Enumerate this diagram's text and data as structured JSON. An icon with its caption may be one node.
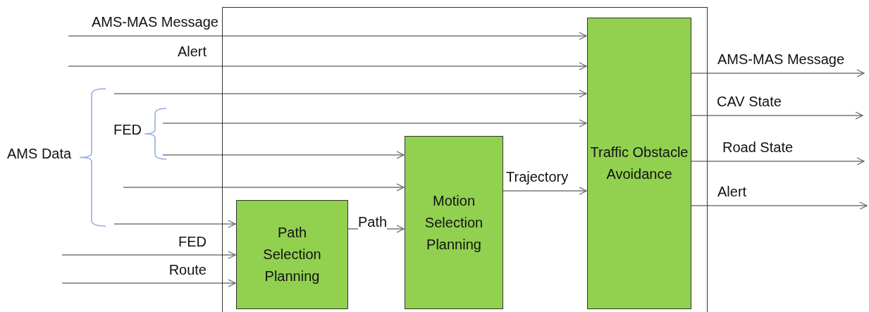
{
  "diagram": {
    "nodes": [
      {
        "text": [],
        "shape": "box"
      },
      {
        "text": [
          "Path Selection Planning"
        ],
        "in": 0
      },
      {
        "text": [
          "Motion Selection Planning"
        ],
        "in": 0
      },
      {
        "text": [
          "Traffic Obstacle Avoidance"
        ],
        "in": 0
      }
    ],
    "edges": [
      {
        "from": null,
        "to": 3,
        "arrow": "to",
        "label": "AMS-MAS Message"
      },
      {
        "from": null,
        "to": 3,
        "arrow": "to",
        "label": "Alert"
      },
      {
        "from": null,
        "to": 3,
        "arrow": "to"
      },
      {
        "from": null,
        "to": 3,
        "arrow": "to"
      },
      {
        "from": null,
        "to": 2,
        "arrow": "to"
      },
      {
        "from": null,
        "to": 2,
        "arrow": "to"
      },
      {
        "from": null,
        "to": 1,
        "arrow": "to"
      },
      {
        "from": null,
        "to": 1,
        "arrow": "to",
        "label": "FED"
      },
      {
        "from": null,
        "to": 1,
        "arrow": "to",
        "label": "Route"
      },
      {
        "from": 1,
        "to": 2,
        "arrow": "to",
        "label": "Path"
      },
      {
        "from": 2,
        "to": 3,
        "arrow": "to",
        "label": "Trajectory"
      },
      {
        "from": 3,
        "to": null,
        "arrow": "to",
        "label": "AMS-MAS Message"
      },
      {
        "from": 3,
        "to": null,
        "arrow": "to",
        "label": "CAV State"
      },
      {
        "from": 3,
        "to": null,
        "arrow": "to",
        "label": "Road State"
      },
      {
        "from": 3,
        "to": null,
        "arrow": "to",
        "label": "Alert"
      }
    ],
    "labels": [
      "AMS Data",
      "FED"
    ]
  }
}
